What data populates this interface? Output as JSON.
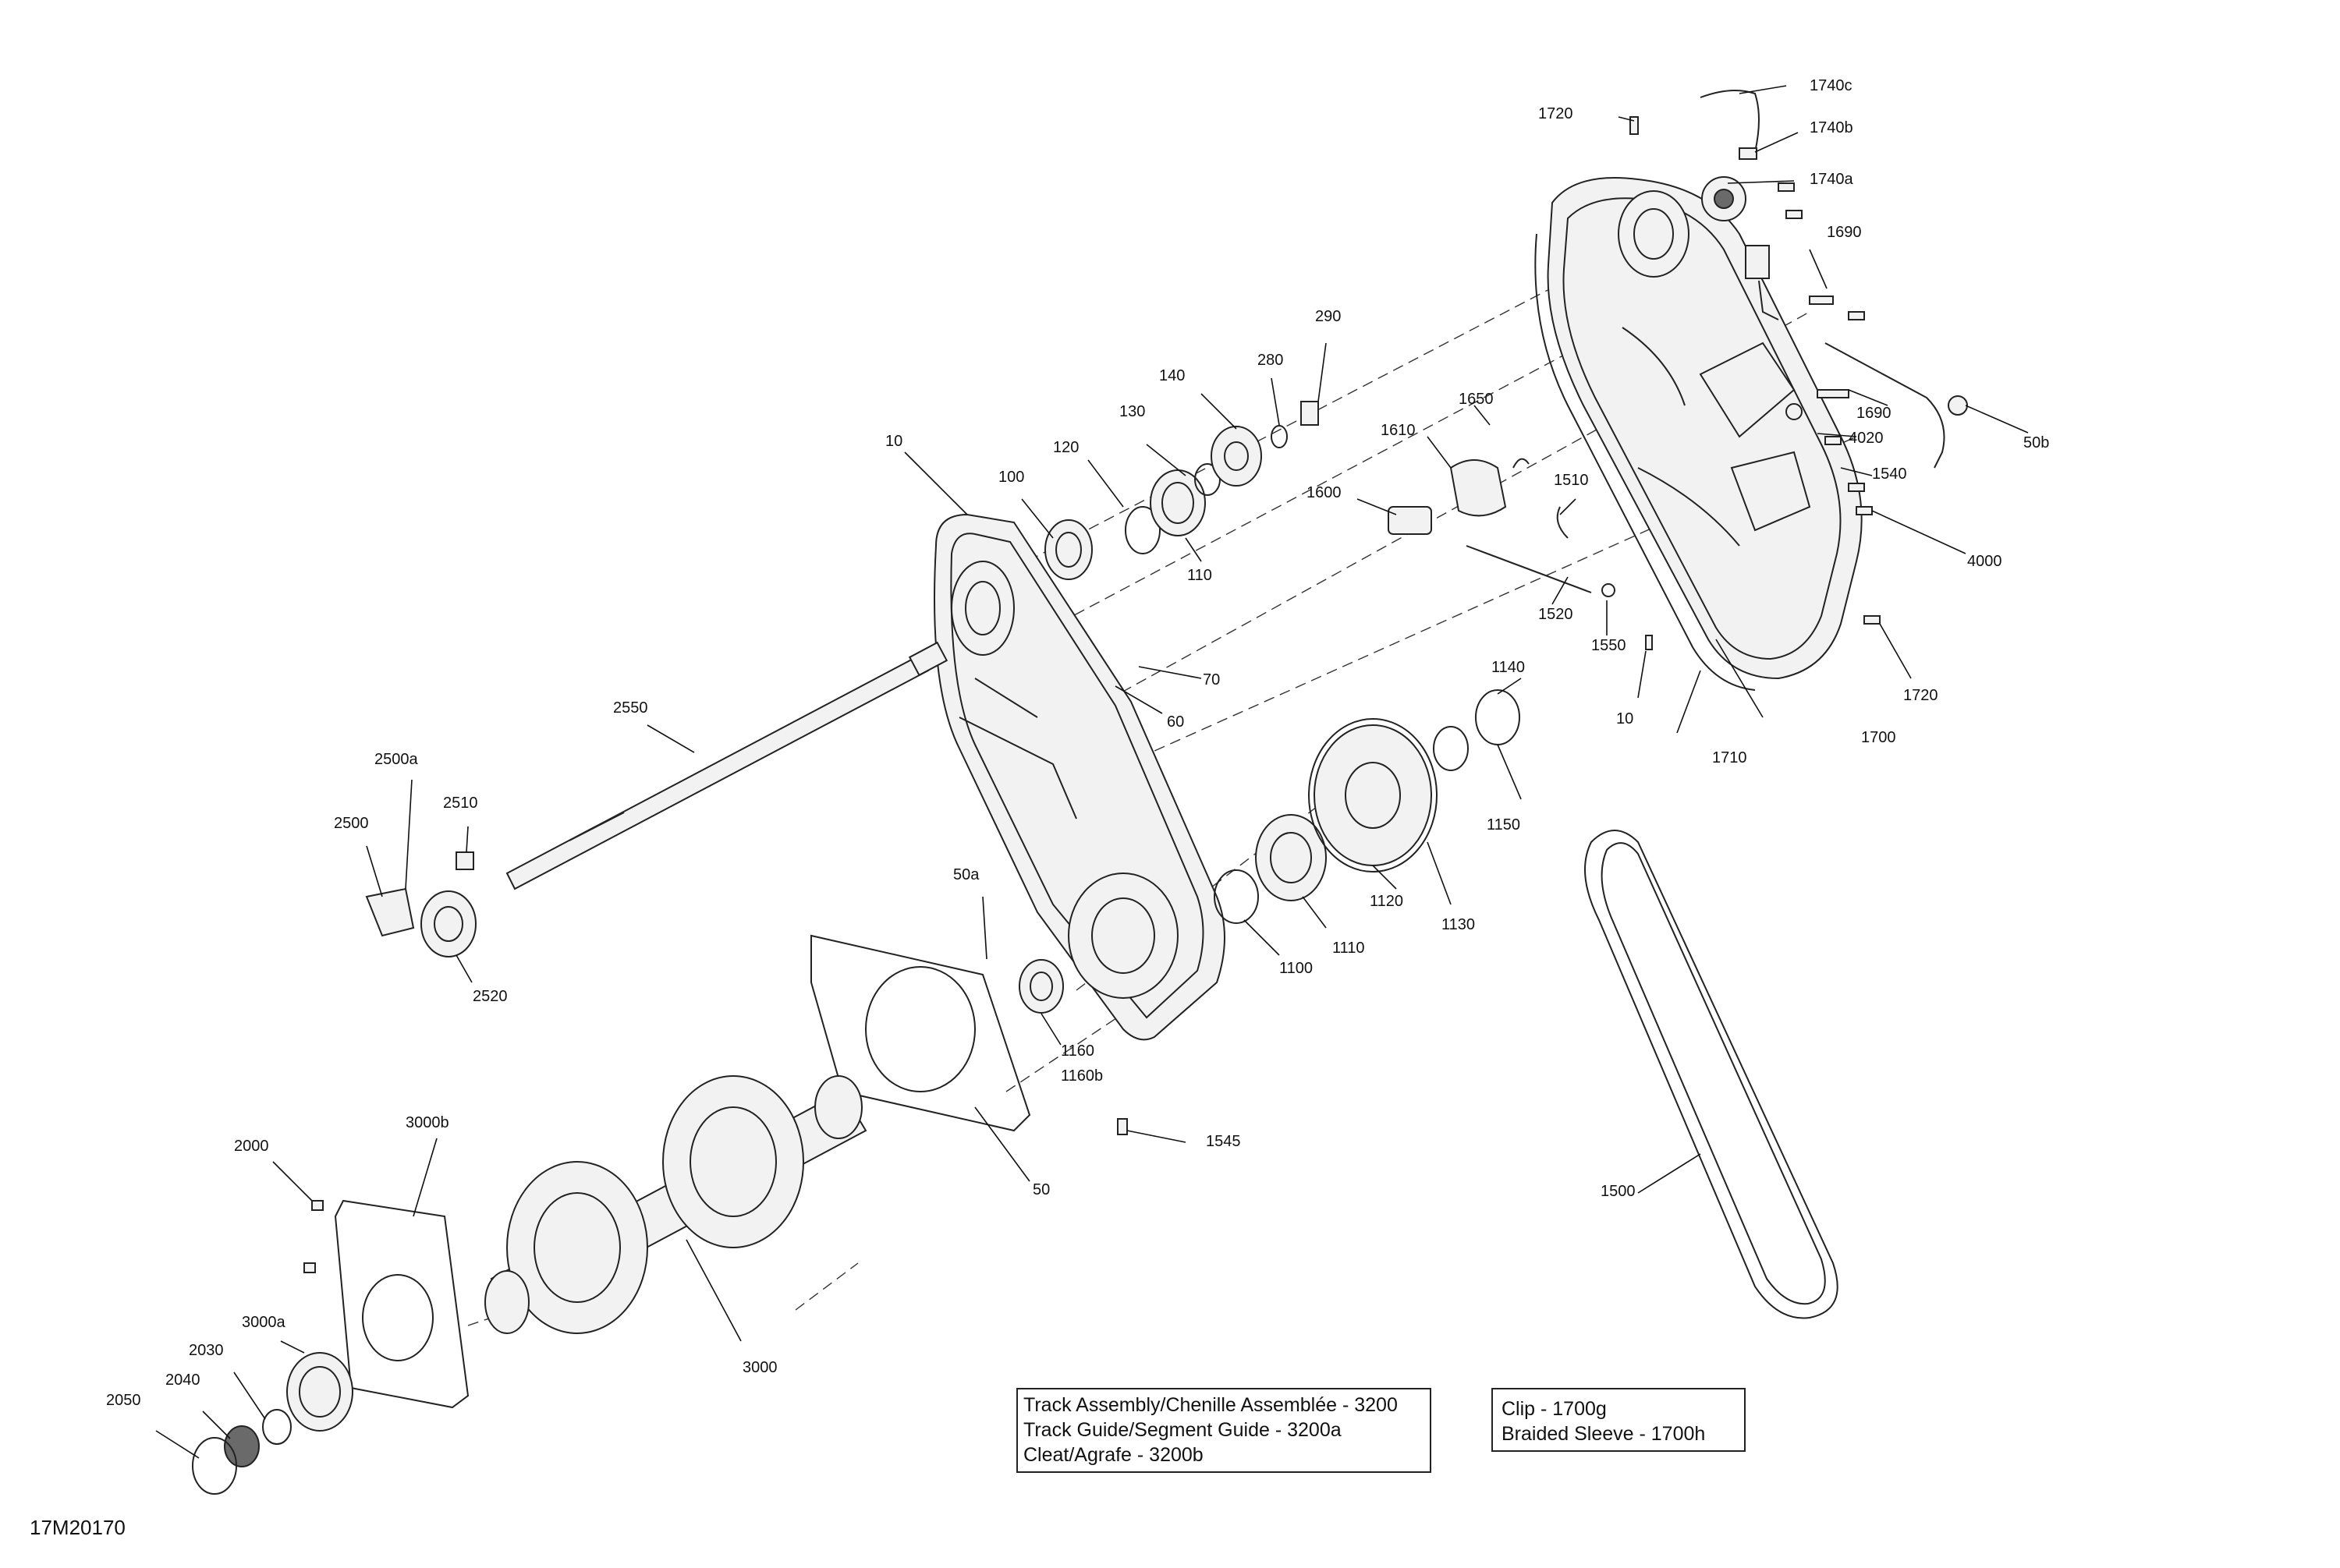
{
  "figure_id": "17M20170",
  "labels": [
    {
      "id": "1740c",
      "text": "1740c"
    },
    {
      "id": "1720a",
      "text": "1720"
    },
    {
      "id": "1740b",
      "text": "1740b"
    },
    {
      "id": "1740a",
      "text": "1740a"
    },
    {
      "id": "1690a",
      "text": "1690"
    },
    {
      "id": "290",
      "text": "290"
    },
    {
      "id": "280",
      "text": "280"
    },
    {
      "id": "140",
      "text": "140"
    },
    {
      "id": "1650",
      "text": "1650"
    },
    {
      "id": "1690b",
      "text": "1690"
    },
    {
      "id": "4020",
      "text": "4020"
    },
    {
      "id": "50b",
      "text": "50b"
    },
    {
      "id": "130",
      "text": "130"
    },
    {
      "id": "1610",
      "text": "1610"
    },
    {
      "id": "10a",
      "text": "10"
    },
    {
      "id": "120",
      "text": "120"
    },
    {
      "id": "1540",
      "text": "1540"
    },
    {
      "id": "100",
      "text": "100"
    },
    {
      "id": "1510",
      "text": "1510"
    },
    {
      "id": "1600",
      "text": "1600"
    },
    {
      "id": "110",
      "text": "110"
    },
    {
      "id": "4000",
      "text": "4000"
    },
    {
      "id": "1520",
      "text": "1520"
    },
    {
      "id": "1550",
      "text": "1550"
    },
    {
      "id": "70",
      "text": "70"
    },
    {
      "id": "1140",
      "text": "1140"
    },
    {
      "id": "10b",
      "text": "10"
    },
    {
      "id": "1720b",
      "text": "1720"
    },
    {
      "id": "60",
      "text": "60"
    },
    {
      "id": "1700",
      "text": "1700"
    },
    {
      "id": "2550",
      "text": "2550"
    },
    {
      "id": "1710",
      "text": "1710"
    },
    {
      "id": "2500a",
      "text": "2500a"
    },
    {
      "id": "2510",
      "text": "2510"
    },
    {
      "id": "1150",
      "text": "1150"
    },
    {
      "id": "2500",
      "text": "2500"
    },
    {
      "id": "50a",
      "text": "50a"
    },
    {
      "id": "1120",
      "text": "1120"
    },
    {
      "id": "1130",
      "text": "1130"
    },
    {
      "id": "1110",
      "text": "1110"
    },
    {
      "id": "2520",
      "text": "2520"
    },
    {
      "id": "1100",
      "text": "1100"
    },
    {
      "id": "1160",
      "text": "1160"
    },
    {
      "id": "1160b",
      "text": "1160b"
    },
    {
      "id": "3000b",
      "text": "3000b"
    },
    {
      "id": "1545",
      "text": "1545"
    },
    {
      "id": "2000",
      "text": "2000"
    },
    {
      "id": "50",
      "text": "50"
    },
    {
      "id": "1500",
      "text": "1500"
    },
    {
      "id": "3000a",
      "text": "3000a"
    },
    {
      "id": "2030",
      "text": "2030"
    },
    {
      "id": "3000",
      "text": "3000"
    },
    {
      "id": "2040",
      "text": "2040"
    },
    {
      "id": "2050",
      "text": "2050"
    }
  ],
  "notes": {
    "track_box": [
      "Track Assembly/Chenille Assemblée - 3200",
      "Track Guide/Segment Guide - 3200a",
      "Cleat/Agrafe - 3200b"
    ],
    "clip_box": [
      "Clip - 1700g",
      "Braided Sleeve - 1700h"
    ]
  }
}
